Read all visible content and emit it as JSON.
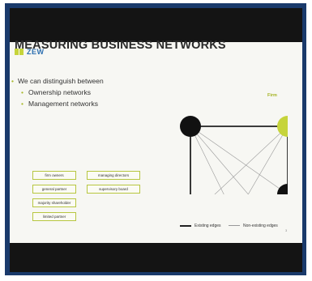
{
  "logo": {
    "text": "ZEW"
  },
  "slide": {
    "title": "MEASURING BUSINESS NETWORKS",
    "bullet_main": "We can distinguish between",
    "bullet_sub": [
      "Ownership networks",
      "Management networks"
    ],
    "ownership_boxes": [
      "firm owners",
      "general partner",
      "majority shareholder",
      "limited partner"
    ],
    "management_boxes": [
      "managing directors",
      "supervisory board"
    ],
    "firm_label": "Firm",
    "legend": {
      "existing": "Existing edges",
      "non_existing": "Non-existing edges"
    },
    "page_number": "3"
  },
  "colors": {
    "frame": "#1a3a6b",
    "accent": "#c6d43b",
    "node": "#111111",
    "firm_node": "#c6d43b"
  }
}
